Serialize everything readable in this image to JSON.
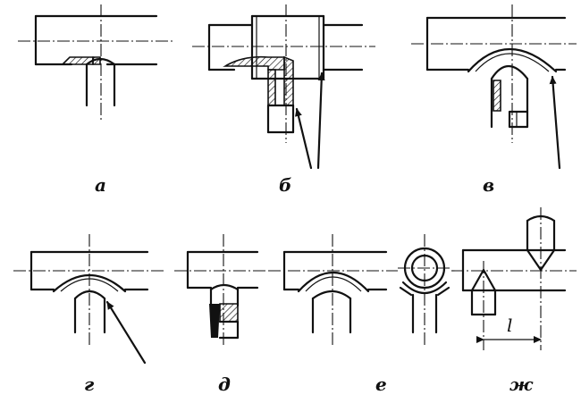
{
  "labels": {
    "a": "а",
    "b": "б",
    "v": "в",
    "g": "г",
    "d": "д",
    "e": "е",
    "zh": "ж"
  },
  "dimension_label": "l"
}
